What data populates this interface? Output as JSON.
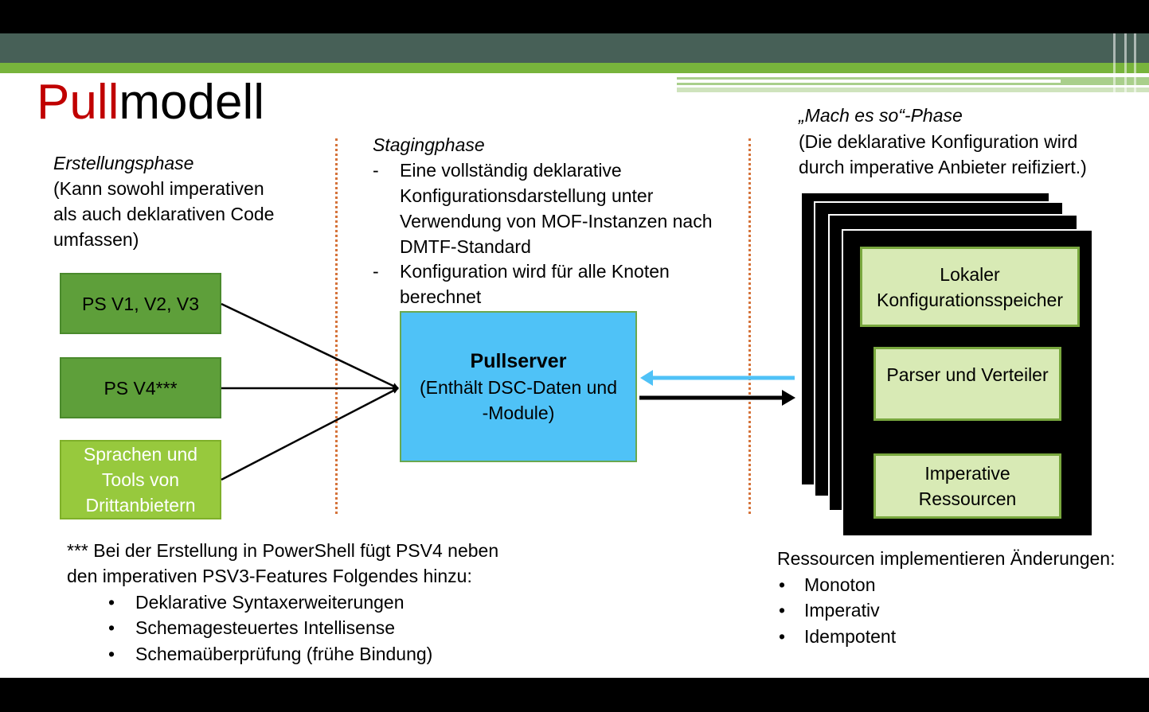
{
  "title": {
    "part1": "Pull",
    "part2": "modell"
  },
  "left": {
    "phase": "Erstellungsphase",
    "desc": [
      "(Kann sowohl imperativen",
      "als auch deklarativen Code",
      "umfassen)"
    ],
    "sources": [
      {
        "label": "PS V1, V2, V3"
      },
      {
        "label": "PS V4***"
      },
      {
        "label": "Sprachen und Tools von Drittanbietern"
      }
    ],
    "footnote": [
      "*** Bei der Erstellung in PowerShell fügt PSV4 neben",
      "den imperativen PSV3-Features Folgendes hinzu:"
    ],
    "bullets": [
      "Deklarative Syntaxerweiterungen",
      "Schemagesteuertes Intellisense",
      "Schemaüberprüfung (frühe Bindung)"
    ]
  },
  "middle": {
    "phase": "Stagingphase",
    "items": [
      [
        "Eine vollständig deklarative",
        "Konfigurationsdarstellung unter",
        "Verwendung von MOF-Instanzen nach",
        "DMTF-Standard"
      ],
      [
        "Konfiguration wird für alle Knoten",
        "berechnet"
      ]
    ],
    "server_title": "Pullserver",
    "server_desc": [
      "(Enthält DSC-Daten und",
      "-Module)"
    ]
  },
  "right": {
    "phase": "„Mach es so“-Phase",
    "desc": [
      "(Die deklarative Konfiguration wird",
      "durch imperative Anbieter reifiziert.)"
    ],
    "node_boxes": [
      [
        "Lokaler",
        "Konfigurationsspeicher"
      ],
      [
        "Parser und Verteiler"
      ],
      [
        "Imperative",
        "Ressourcen"
      ]
    ],
    "changes_heading": "Ressourcen implementieren Änderungen:",
    "changes": [
      "Monoton",
      "Imperativ",
      "Idempotent"
    ]
  },
  "colors": {
    "title_red": "#c00000",
    "dark_green": "#5e9f3a",
    "light_green": "#97c93d",
    "server_blue": "#4fc2f7",
    "pale_green": "#d8eab5",
    "arrow_blue": "#4fc2f7",
    "divider_orange": "#d5733a"
  }
}
